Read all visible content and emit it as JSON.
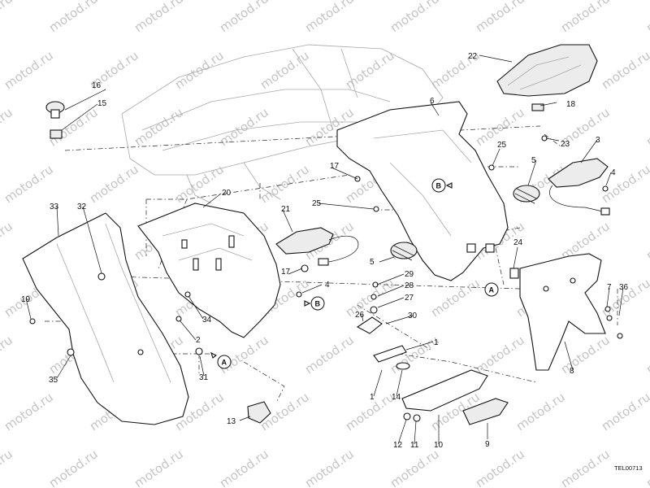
{
  "watermark": "motod.ru",
  "drawing_code": "TEL00713",
  "callouts": {
    "c1a": "1",
    "c1b": "1",
    "c2": "2",
    "c3": "3",
    "c4a": "4",
    "c4b": "4",
    "c5a": "5",
    "c5b": "5",
    "c6": "6",
    "c7": "7",
    "c8": "8",
    "c9": "9",
    "c10": "10",
    "c11": "11",
    "c12": "12",
    "c13": "13",
    "c14": "14",
    "c15": "15",
    "c16": "16",
    "c17a": "17",
    "c17b": "17",
    "c18": "18",
    "c19": "19",
    "c20": "20",
    "c21": "21",
    "c22": "22",
    "c23": "23",
    "c24": "24",
    "c25a": "25",
    "c25b": "25",
    "c26": "26",
    "c27": "27",
    "c28": "28",
    "c29": "29",
    "c30": "30",
    "c31": "31",
    "c32": "32",
    "c33": "33",
    "c34": "34",
    "c35": "35",
    "c36": "36"
  },
  "reference_marks": {
    "a_left": "A",
    "a_right": "A",
    "b_left": "B",
    "b_right": "B"
  }
}
